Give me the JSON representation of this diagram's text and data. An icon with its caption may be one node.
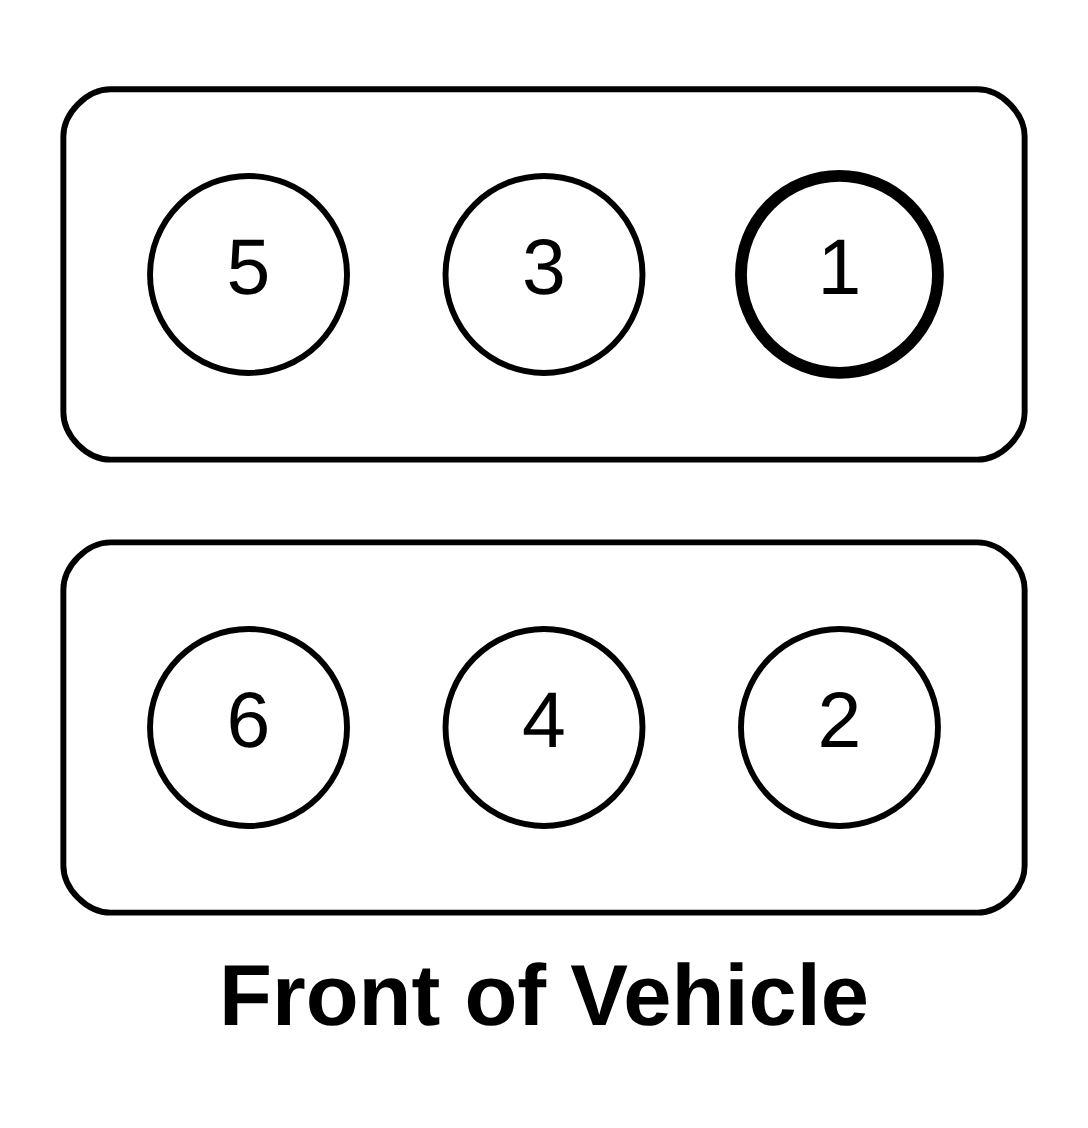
{
  "diagram": {
    "caption": "Front of Vehicle",
    "nodes": [
      {
        "text": [],
        "shape": "box"
      },
      {
        "text": [
          "1"
        ],
        "in": 0
      },
      {
        "text": [
          "3"
        ],
        "in": 0
      },
      {
        "text": [
          "5"
        ],
        "in": 0
      },
      {
        "text": [],
        "shape": "box"
      },
      {
        "text": [
          "2"
        ],
        "in": 4
      },
      {
        "text": [
          "4"
        ],
        "in": 4
      },
      {
        "text": [
          "6"
        ],
        "in": 4
      }
    ]
  }
}
